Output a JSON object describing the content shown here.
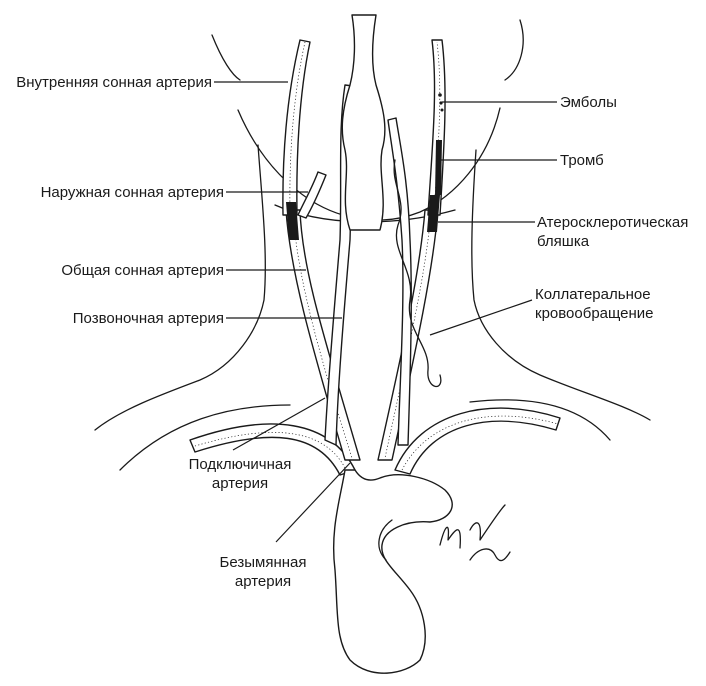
{
  "labels": {
    "internal_carotid": "Внутренняя сонная артерия",
    "external_carotid": "Наружная сонная артерия",
    "common_carotid": "Общая сонная артерия",
    "vertebral": "Позвоночная артерия",
    "subclavian_line1": "Подключичная",
    "subclavian_line2": "артерия",
    "innominate_line1": "Безымянная",
    "innominate_line2": "артерия",
    "emboli": "Эмболы",
    "thrombus": "Тромб",
    "plaque_line1": "Атеросклеротическая",
    "plaque_line2": "бляшка",
    "collateral_line1": "Коллатеральное",
    "collateral_line2": "кровообращение"
  },
  "colors": {
    "ink": "#1a1a1a",
    "background": "#ffffff"
  }
}
